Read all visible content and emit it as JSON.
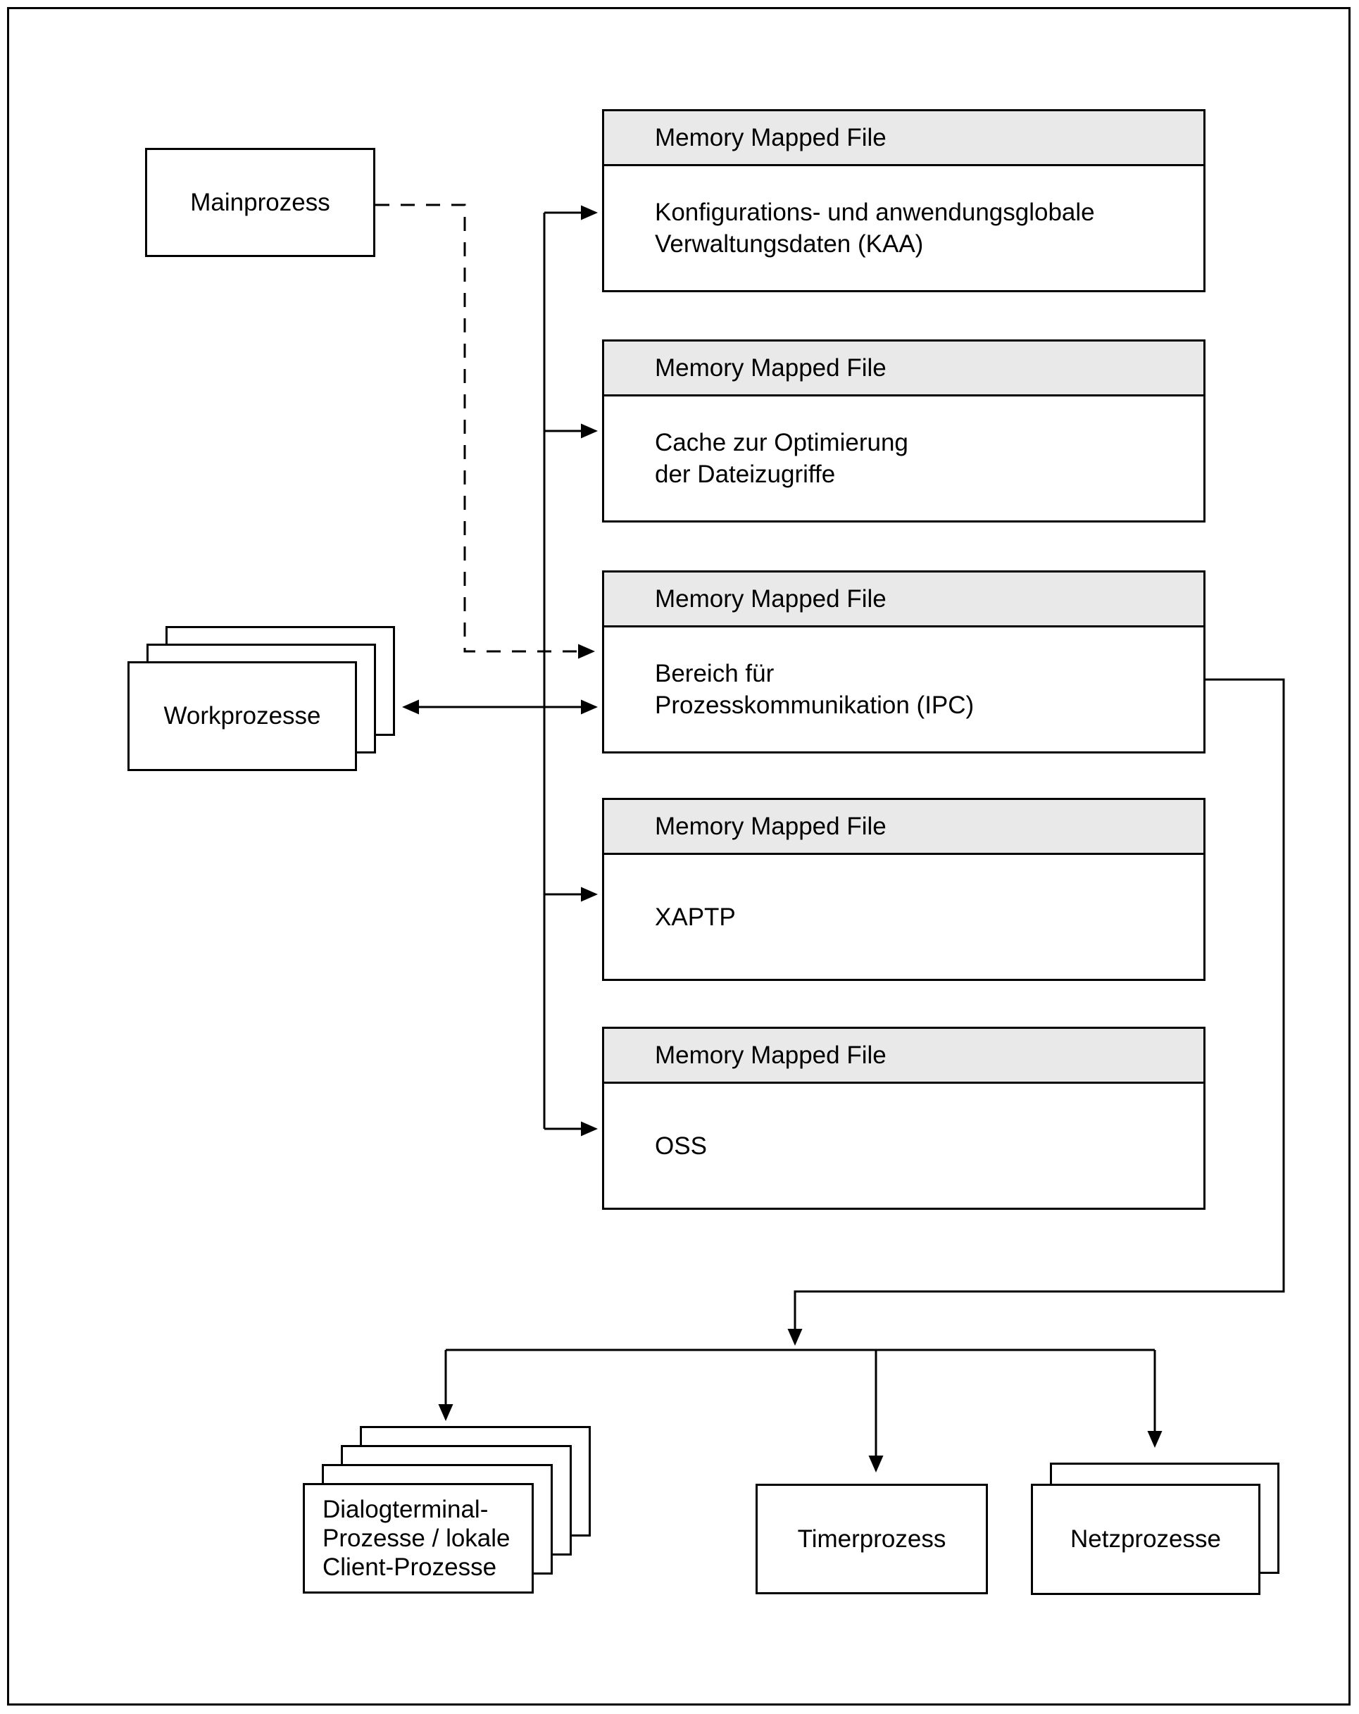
{
  "diagram": {
    "nodes": {
      "mainprozess": {
        "label": "Mainprozess"
      },
      "workprozesse": {
        "label": "Workprozesse"
      },
      "dialogterminal": {
        "line1": "Dialogterminal-",
        "line2": "Prozesse / lokale",
        "line3": "Client-Prozesse"
      },
      "timerprozess": {
        "label": "Timerprozess"
      },
      "netzprozesse": {
        "label": "Netzprozesse"
      }
    },
    "mmf": [
      {
        "header": "Memory Mapped File",
        "line1": "Konfigurations- und anwendungsglobale",
        "line2": "Verwaltungsdaten (KAA)"
      },
      {
        "header": "Memory Mapped File",
        "line1": "Cache zur Optimierung",
        "line2": "der Dateizugriffe"
      },
      {
        "header": "Memory Mapped File",
        "line1": "Bereich für",
        "line2": "Prozesskommunikation (IPC)"
      },
      {
        "header": "Memory Mapped File",
        "line1": "XAPTP"
      },
      {
        "header": "Memory Mapped File",
        "line1": "OSS"
      }
    ],
    "colors": {
      "header_bg": "#e9e9e9",
      "line": "#000000",
      "background": "#ffffff"
    }
  }
}
